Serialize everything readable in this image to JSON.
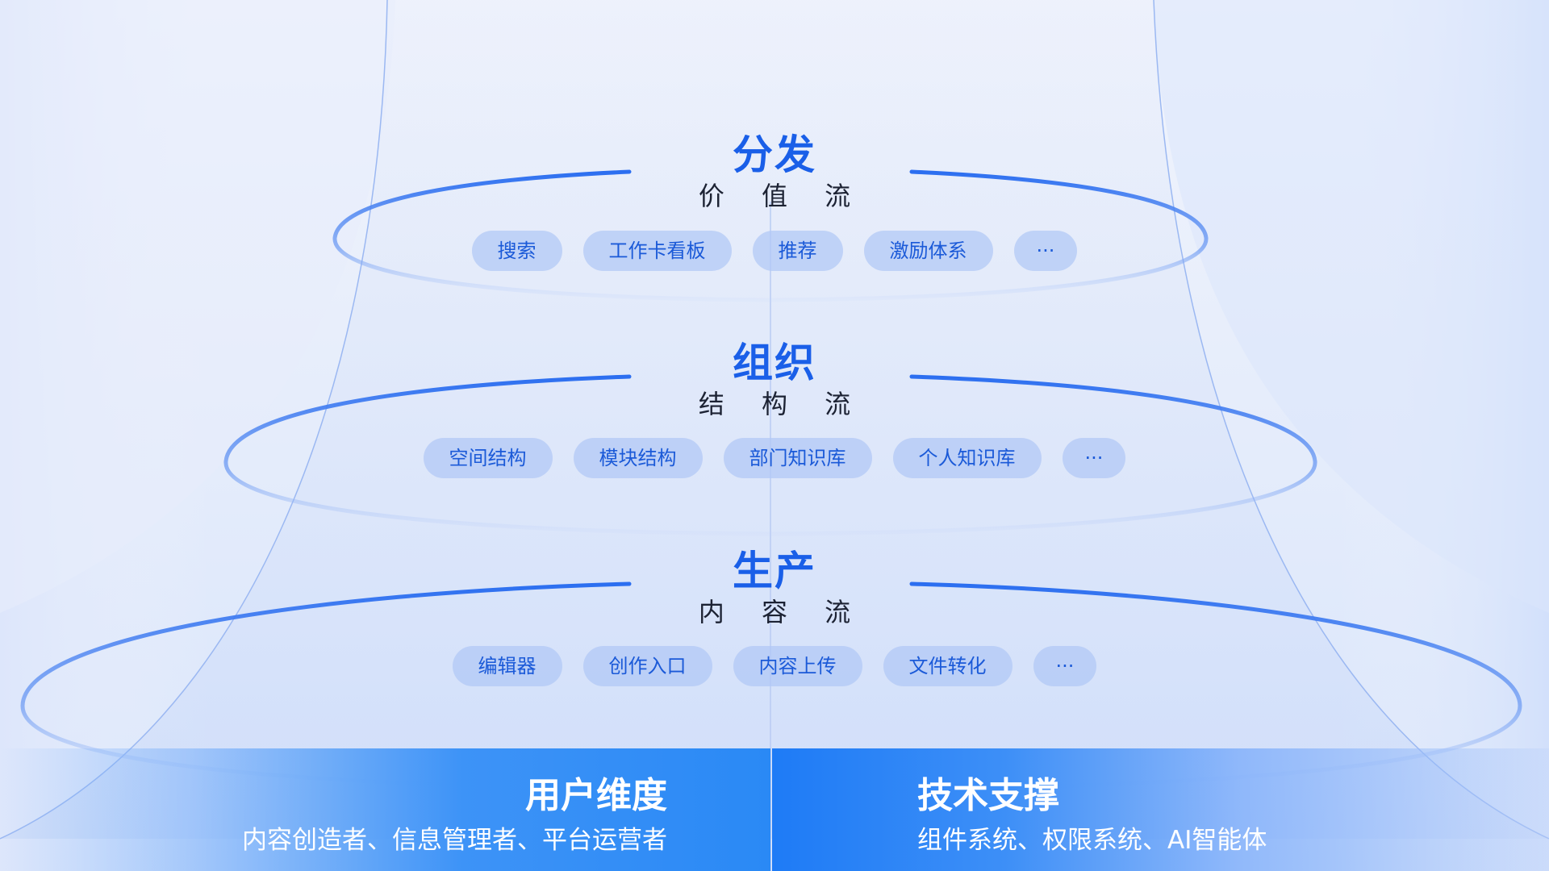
{
  "colors": {
    "accent": "#1a5fe8",
    "tag_bg": "#b0c7f5",
    "tag_text": "#1b5ad8",
    "ring": "#2b6ef0",
    "bottom_left": "#2a89f5",
    "bottom_right": "#1e7bf6"
  },
  "layers": [
    {
      "title": "分发",
      "subtitle": "价 值 流",
      "tags": [
        "搜索",
        "工作卡看板",
        "推荐",
        "激励体系",
        "···"
      ]
    },
    {
      "title": "组织",
      "subtitle": "结 构 流",
      "tags": [
        "空间结构",
        "模块结构",
        "部门知识库",
        "个人知识库",
        "···"
      ]
    },
    {
      "title": "生产",
      "subtitle": "内 容 流",
      "tags": [
        "编辑器",
        "创作入口",
        "内容上传",
        "文件转化",
        "···"
      ]
    }
  ],
  "bottom": {
    "left": {
      "title": "用户维度",
      "desc": "内容创造者、信息管理者、平台运营者"
    },
    "right": {
      "title": "技术支撑",
      "desc": "组件系统、权限系统、AI智能体"
    }
  }
}
